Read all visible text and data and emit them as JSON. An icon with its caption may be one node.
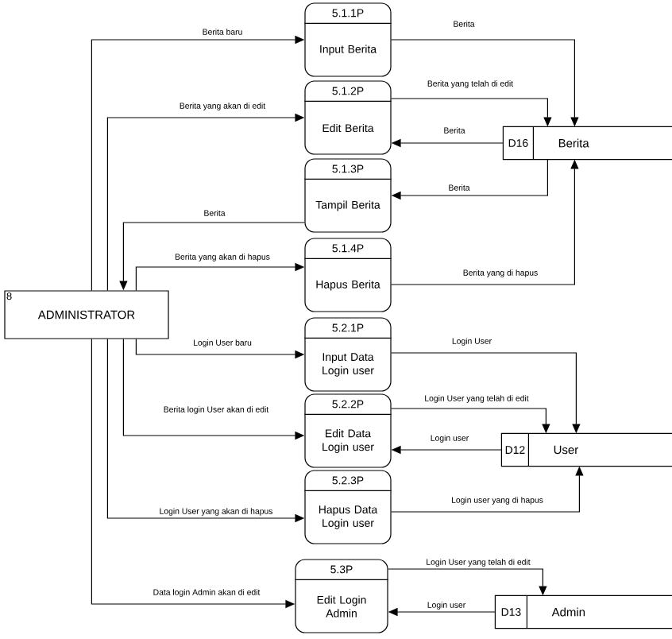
{
  "diagram": {
    "nodes": [
      {
        "text": [
          "8",
          "ADMINISTRATOR"
        ]
      },
      {
        "text": [
          "5.1.1P",
          "Input Berita"
        ]
      },
      {
        "text": [
          "5.1.2P",
          "Edit Berita"
        ]
      },
      {
        "text": [
          "5.1.3P",
          "Tampil Berita"
        ]
      },
      {
        "text": [
          "5.1.4P",
          "Hapus Berita"
        ]
      },
      {
        "text": [
          "5.2.1P",
          "Input Data Login user"
        ]
      },
      {
        "text": [
          "5.2.2P",
          "Edit Data Login user"
        ]
      },
      {
        "text": [
          "5.2.3P",
          "Hapus Data Login user"
        ]
      },
      {
        "text": [
          "5.3P",
          "Edit Login Admin"
        ]
      },
      {
        "text": [
          "D16",
          "Berita"
        ]
      },
      {
        "text": [
          "D12",
          "User"
        ]
      },
      {
        "text": [
          "D13",
          "Admin"
        ]
      }
    ],
    "edges": [
      {
        "from": 0,
        "to": 1,
        "arrow": "to",
        "label": "Berita baru"
      },
      {
        "from": 0,
        "to": 2,
        "arrow": "to",
        "label": "Berita  yang akan di edit"
      },
      {
        "from": 3,
        "to": 0,
        "arrow": "to",
        "label": "Berita"
      },
      {
        "from": 0,
        "to": 4,
        "arrow": "to",
        "label": "Berita  yang akan di hapus"
      },
      {
        "from": 1,
        "to": 9,
        "arrow": "to",
        "label": "Berita"
      },
      {
        "from": 2,
        "to": 9,
        "arrow": "to",
        "label": "Berita yang telah di edit"
      },
      {
        "from": 9,
        "to": 2,
        "arrow": "to",
        "label": "Berita"
      },
      {
        "from": 9,
        "to": 3,
        "arrow": "to",
        "label": "Berita"
      },
      {
        "from": 4,
        "to": 9,
        "arrow": "to",
        "label": "Berita  yang di hapus"
      },
      {
        "from": 0,
        "to": 5,
        "arrow": "to",
        "label": "Login User baru"
      },
      {
        "from": 0,
        "to": 6,
        "arrow": "to",
        "label": "Berita  login User akan di edit"
      },
      {
        "from": 0,
        "to": 7,
        "arrow": "to",
        "label": "Login User  yang akan di hapus"
      },
      {
        "from": 0,
        "to": 8,
        "arrow": "to",
        "label": "Data login Admin akan di edit"
      },
      {
        "from": 5,
        "to": 10,
        "arrow": "to",
        "label": "Login User"
      },
      {
        "from": 6,
        "to": 10,
        "arrow": "to",
        "label": "Login User yang telah di edit"
      },
      {
        "from": 10,
        "to": 6,
        "arrow": "to",
        "label": "Login user"
      },
      {
        "from": 7,
        "to": 10,
        "arrow": "to",
        "label": "Login user  yang di hapus"
      },
      {
        "from": 8,
        "to": 11,
        "arrow": "to",
        "label": "Login User yang telah di edit"
      },
      {
        "from": 11,
        "to": 8,
        "arrow": "to",
        "label": "Login user"
      }
    ]
  }
}
